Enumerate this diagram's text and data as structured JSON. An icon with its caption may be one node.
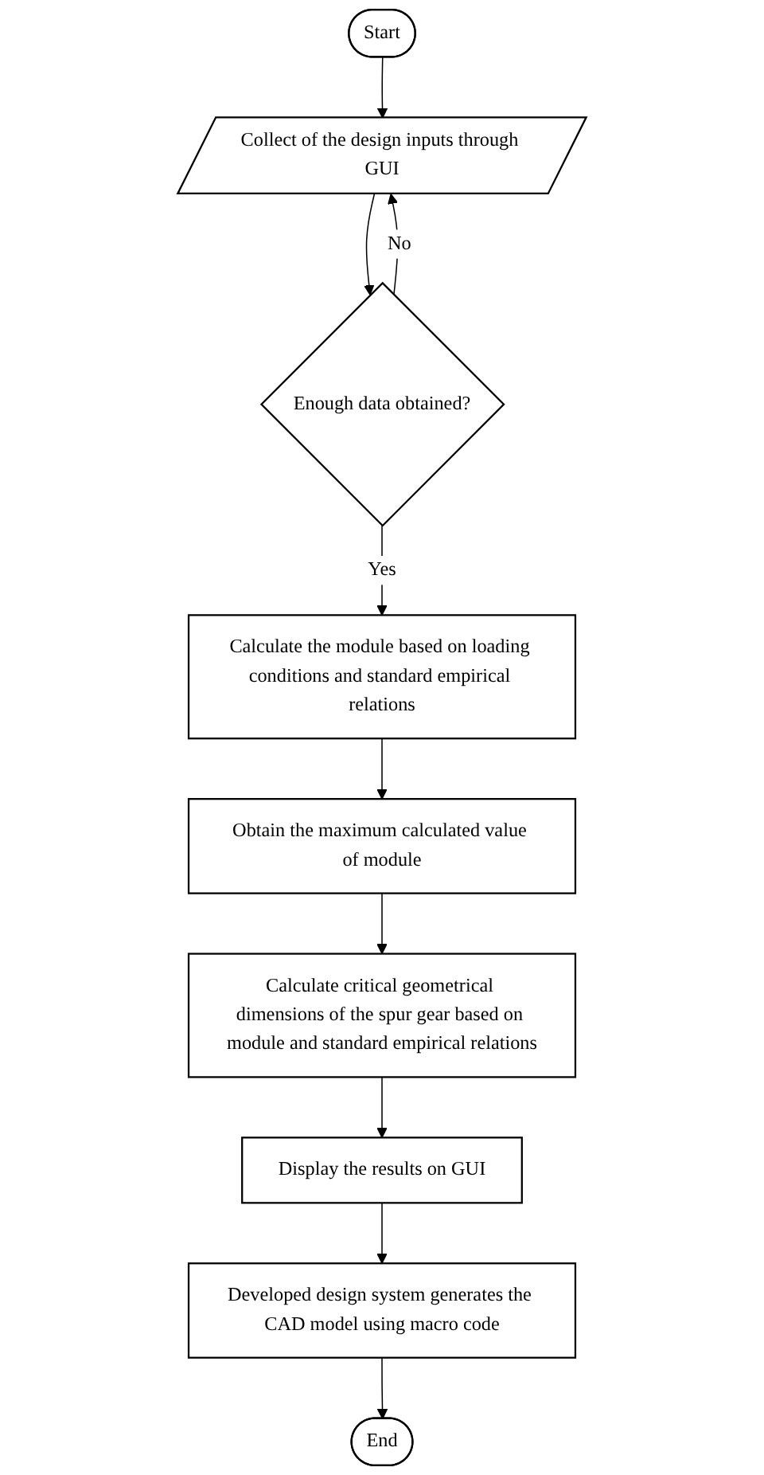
{
  "diagram": {
    "nodes": [
      {
        "text": [
          "Start"
        ]
      },
      {
        "text": [
          "Collect of the design inputs through GUI"
        ]
      },
      {
        "text": [
          "Enough data obtained?"
        ]
      },
      {
        "text": [
          "Calculate the module based on loading conditions and standard empirical relations"
        ]
      },
      {
        "text": [
          "Obtain the maximum calculated value of module"
        ]
      },
      {
        "text": [
          "Calculate critical geometrical dimensions of the spur gear based on module and standard empirical relations"
        ]
      },
      {
        "text": [
          "Display the results on GUI"
        ]
      },
      {
        "text": [
          "Developed design system generates the CAD model using macro code"
        ]
      },
      {
        "text": [
          "End"
        ]
      }
    ],
    "edges": [
      {
        "from": 0,
        "to": 1,
        "arrow": "to"
      },
      {
        "from": 1,
        "to": 2,
        "arrow": "to"
      },
      {
        "from": 2,
        "to": 1,
        "arrow": "to",
        "label": "No"
      },
      {
        "from": 2,
        "to": 3,
        "arrow": "to",
        "label": "Yes"
      },
      {
        "from": 3,
        "to": 4,
        "arrow": "to"
      },
      {
        "from": 4,
        "to": 5,
        "arrow": "to"
      },
      {
        "from": 5,
        "to": 6,
        "arrow": "to"
      },
      {
        "from": 6,
        "to": 7,
        "arrow": "to"
      },
      {
        "from": 7,
        "to": 8,
        "arrow": "to"
      }
    ]
  }
}
